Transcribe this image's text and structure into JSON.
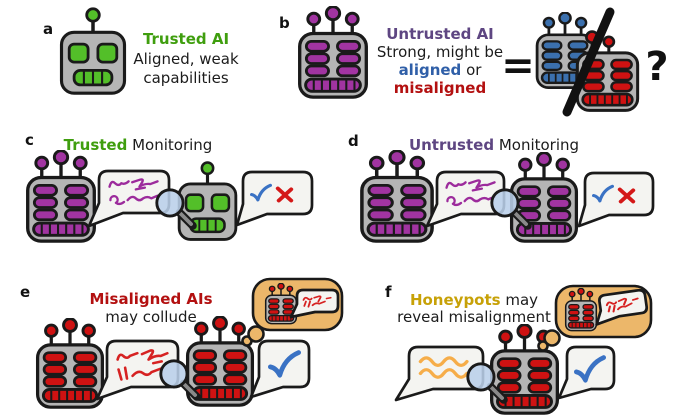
{
  "panels": {
    "a": {
      "label": "a",
      "title": "Trusted AI",
      "desc1": "Aligned, weak",
      "desc2": "capabilities"
    },
    "b": {
      "label": "b",
      "title": "Untrusted AI",
      "desc1": "Strong, might be",
      "aligned": "aligned",
      "or": " or",
      "misaligned": "misaligned",
      "equals": "=",
      "question": "?"
    },
    "c": {
      "label": "c",
      "title_highlight": "Trusted",
      "title_rest": " Monitoring"
    },
    "d": {
      "label": "d",
      "title_highlight": "Untrusted",
      "title_rest": " Monitoring"
    },
    "e": {
      "label": "e",
      "title_highlight": "Misaligned AIs",
      "desc": "may collude"
    },
    "f": {
      "label": "f",
      "title_highlight": "Honeypots",
      "title_rest": " may",
      "desc": "reveal misalignment"
    }
  },
  "icons": {
    "check": "checkmark",
    "cross": "x-mark",
    "magnifier": "magnifying-glass",
    "scribble": "illegible-output",
    "waves": "honeypot-prompt",
    "slash": "either-or-slash"
  },
  "colors": {
    "trusted_green": "#3f9e0e",
    "robot_green": "#53bf29",
    "untrusted_purple_text": "#5e4682",
    "robot_purple": "#a134a1",
    "aligned_blue_text": "#2f5fa8",
    "robot_blue": "#3b70ae",
    "check_blue": "#3a72c4",
    "misaligned_red_text": "#b31010",
    "robot_red": "#cf1212",
    "cross_red": "#d41818",
    "scribble_purple": "#9c2b9c",
    "scribble_red": "#d62222",
    "honeypot_gold": "#c7a107",
    "wave_orange": "#f6ad49",
    "thought_orange": "#ecb76a",
    "body_gray": "#b5b5b5",
    "bubble_bg": "#f4f4f1",
    "lens_blue": "#b9cfe9"
  }
}
